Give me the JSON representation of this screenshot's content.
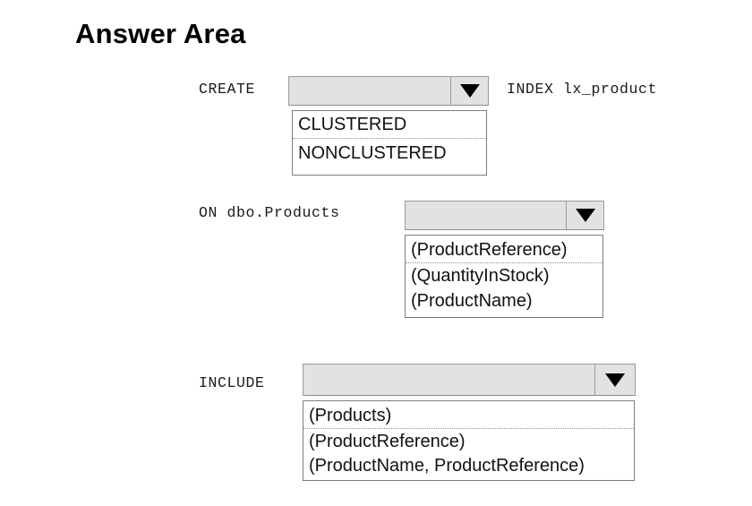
{
  "page": {
    "title": "Answer Area"
  },
  "statement": {
    "rows": [
      {
        "id": "create-row",
        "prefix_label": "CREATE",
        "suffix_label": "INDEX lx_product",
        "dropdown": {
          "name": "index-type-dropdown",
          "selected": "",
          "arrow_icon": "chevron-down-icon",
          "options": [
            "CLUSTERED",
            "NONCLUSTERED"
          ]
        }
      },
      {
        "id": "on-row",
        "prefix_label": "ON dbo.Products",
        "suffix_label": "",
        "dropdown": {
          "name": "key-columns-dropdown",
          "selected": "",
          "arrow_icon": "chevron-down-icon",
          "options": [
            "(ProductReference)",
            "(QuantityInStock)",
            "(ProductName)"
          ]
        }
      },
      {
        "id": "include-row",
        "prefix_label": "INCLUDE",
        "suffix_label": "",
        "dropdown": {
          "name": "include-columns-dropdown",
          "selected": "",
          "arrow_icon": "chevron-down-icon",
          "options": [
            "(Products)",
            "(ProductReference)",
            "(ProductName, ProductReference)"
          ]
        }
      }
    ]
  },
  "colors": {
    "combo_fill": "#e2e2e2",
    "combo_border": "#9a9a9a",
    "list_border": "#7d7d7d",
    "list_fill": "#ffffff",
    "text": "#000000",
    "separator": "#8d8d8d"
  }
}
